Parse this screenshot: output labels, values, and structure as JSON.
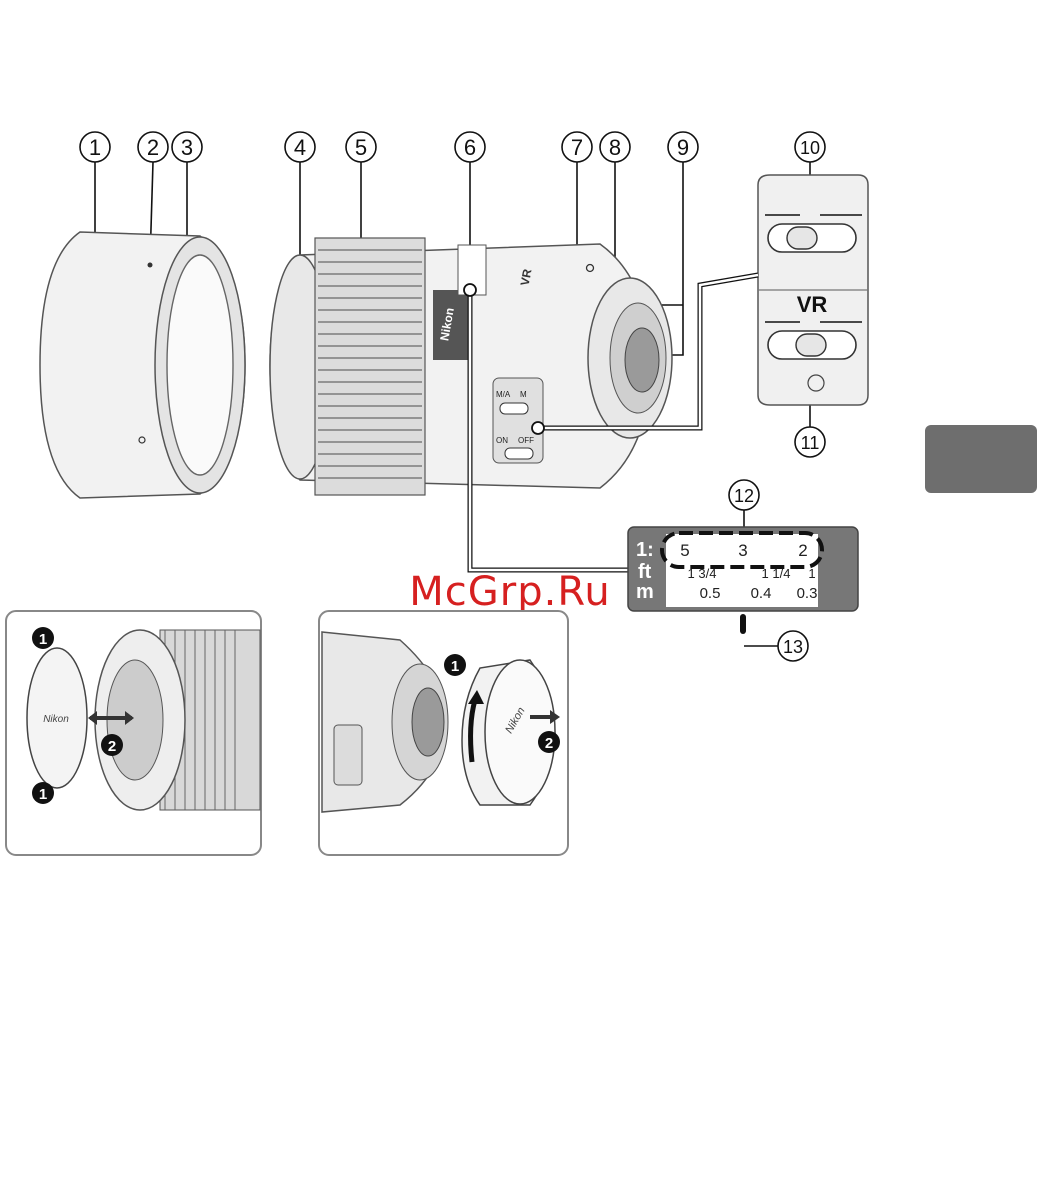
{
  "callouts": [
    "1",
    "2",
    "3",
    "4",
    "5",
    "6",
    "7",
    "8",
    "9",
    "10",
    "11",
    "12",
    "13"
  ],
  "lens_brand": "Nikon",
  "lens_vr_mark": "VR",
  "af_switch": {
    "label_ma": "M/A",
    "label_m": "M"
  },
  "vr_switch": {
    "label_on": "ON",
    "label_off": "OFF"
  },
  "vr_panel_label": "VR",
  "distance_scale": {
    "ratio_label": "1:",
    "ft_label": "ft",
    "m_label": "m",
    "ratio_values": [
      "5",
      "3",
      "2"
    ],
    "ft_values": [
      "1 3/4",
      "1 1/4",
      "1"
    ],
    "m_values": [
      "0.5",
      "0.4",
      "0.3"
    ]
  },
  "front_cap_steps": [
    "1",
    "2",
    "1"
  ],
  "rear_cap_steps": [
    "1",
    "2"
  ],
  "watermark": "McGrp.Ru"
}
